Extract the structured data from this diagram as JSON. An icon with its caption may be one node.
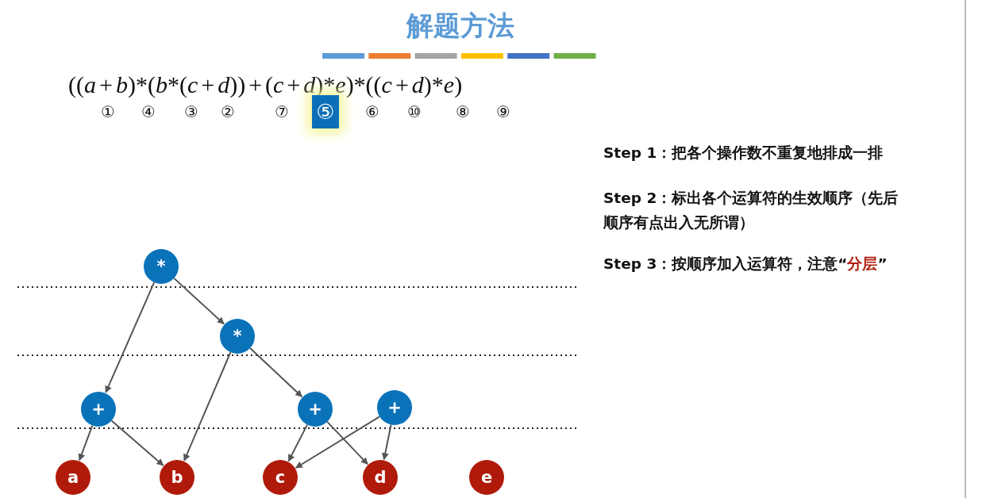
{
  "diagram": {
    "title": "解题方法",
    "nodes": [
      {
        "text": [
          "*"
        ]
      },
      {
        "text": [
          "*"
        ]
      },
      {
        "text": [
          "+"
        ]
      },
      {
        "text": [
          "+"
        ]
      },
      {
        "text": [
          "+"
        ]
      },
      {
        "text": [
          "a"
        ]
      },
      {
        "text": [
          "b"
        ]
      },
      {
        "text": [
          "c"
        ]
      },
      {
        "text": [
          "d"
        ]
      },
      {
        "text": [
          "e"
        ]
      }
    ],
    "edges": [
      {
        "from": 0,
        "to": 2,
        "arrow": "to"
      },
      {
        "from": 0,
        "to": 1,
        "arrow": "to"
      },
      {
        "from": 1,
        "to": 6,
        "arrow": "to"
      },
      {
        "from": 1,
        "to": 3,
        "arrow": "to"
      },
      {
        "from": 2,
        "to": 5,
        "arrow": "to"
      },
      {
        "from": 2,
        "to": 6,
        "arrow": "to"
      },
      {
        "from": 3,
        "to": 7,
        "arrow": "to"
      },
      {
        "from": 3,
        "to": 8,
        "arrow": "to"
      },
      {
        "from": 4,
        "to": 7,
        "arrow": "to"
      },
      {
        "from": 4,
        "to": 8,
        "arrow": "to"
      }
    ],
    "labels": [
      "((a+b)*(b*(c+d))+(c+d)*e)*((c+d)*e)",
      "①",
      "④",
      "③",
      "②",
      "⑦",
      "⑤",
      "⑥",
      "⑩",
      "⑧",
      "⑨",
      "Step 1：把各个操作数不重复地排成一排",
      "Step 2：标出各个运算符的生效顺序（先后顺序有点出入无所谓）",
      "Step 3：按顺序加入运算符，注意“*分层*”"
    ]
  }
}
